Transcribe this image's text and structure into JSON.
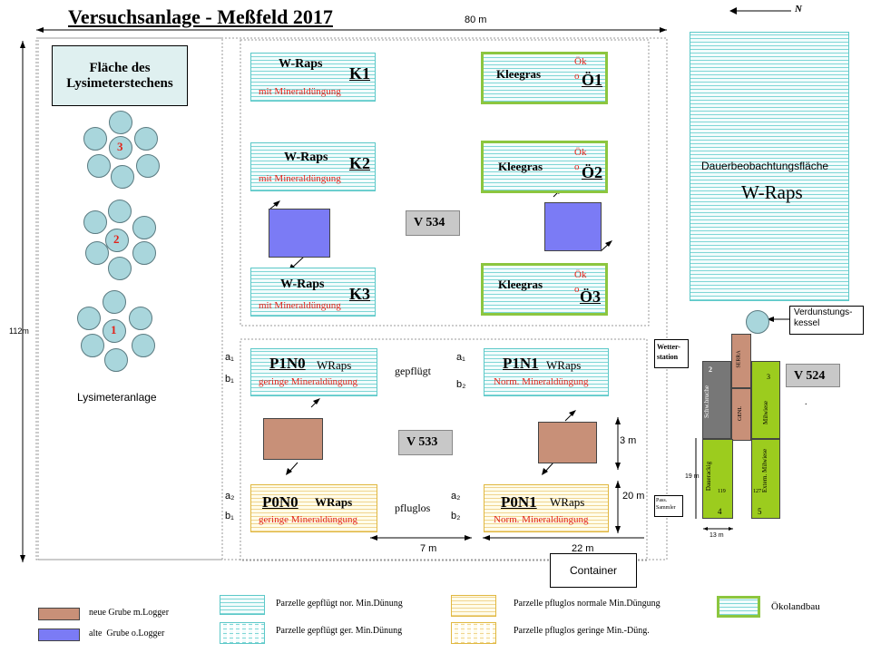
{
  "title": "Versuchsanlage - Meßfeld 2017",
  "compass": "N",
  "dims": {
    "width_80": "80 m",
    "height_112": "112m",
    "d7": "7 m",
    "d22": "22 m",
    "d3": "3 m",
    "d20": "20 m",
    "d19": "19 m",
    "d13": "13 m"
  },
  "lysimeter": {
    "box": "Fläche des Lysimeterstechens",
    "groups": [
      "3",
      "2",
      "1"
    ],
    "label": "Lysimeteranlage"
  },
  "upper": {
    "k1": {
      "crop": "W-Raps",
      "id": "K1",
      "note": "mit Mineraldüngung"
    },
    "k2": {
      "crop": "W-Raps",
      "id": "K2",
      "note": "mit Mineraldüngung"
    },
    "k3": {
      "crop": "W-Raps",
      "id": "K3",
      "note": "mit Mineraldüngung"
    },
    "o1": {
      "crop": "Kleegras",
      "oek": "Ök",
      "o": "o",
      "id": "Ö1"
    },
    "o2": {
      "crop": "Kleegras",
      "oek": "Ök",
      "o": "o",
      "id": "Ö2"
    },
    "o3": {
      "crop": "Kleegras",
      "oek": "Ök",
      "o": "o",
      "id": "Ö3"
    },
    "v534": "V 534"
  },
  "lower": {
    "p1n0": {
      "id": "P1N0",
      "crop": "WRaps",
      "note": "geringe Mineraldüngung"
    },
    "p1n1": {
      "id": "P1N1",
      "crop": "WRaps",
      "note": "Norm. Mineraldüngung"
    },
    "p0n0": {
      "id": "P0N0",
      "crop": "WRaps",
      "note": "geringe Mineraldüngung"
    },
    "p0n1": {
      "id": "P0N1",
      "crop": "WRaps",
      "note": "Norm. Mineraldüngung"
    },
    "gepfluegt": "gepflügt",
    "pfluglos": "pfluglos",
    "v533": "V 533",
    "a1": "a₁",
    "b1": "b₁",
    "a2": "a₂",
    "b2": "b₂"
  },
  "right": {
    "dauer_top": "Dauerbeobachtungsfläche",
    "dauer_crop": "W-Raps",
    "verdunstung": "Verdunstungs-kessel",
    "wetter": "Wetter-station",
    "pass": "Pass. Sammler",
    "v524": "V 524",
    "dot": ".",
    "container": "Container",
    "strip2": "2",
    "strip3": "3",
    "schw": "Schw.bruche",
    "serra": "SERRA",
    "genl": "GENL",
    "milw": "Milwiese",
    "dauer_acker": "Dauerackig",
    "extern": "Extern. Milwiese",
    "n119": "119",
    "n127": "127",
    "n4": "4",
    "n5": "5"
  },
  "legend": {
    "neue": "neue Grube m.Logger",
    "alte": "alte  Grube o.Logger",
    "pgn": "Parzelle gepflügt nor. Min.Dünung",
    "pgg": "Parzelle gepflügt ger. Min.Dünung",
    "ppn": "Parzelle pfluglos normale Min.Düngung",
    "ppg": "Parzelle pfluglos geringe Min.-Düng.",
    "oeko": "Ökolandbau"
  },
  "colors": {
    "grube_neu": "#c89078",
    "grube_alt": "#7b7bf5",
    "oeko_border": "#8cc63f",
    "red_text": "#e2231a"
  }
}
